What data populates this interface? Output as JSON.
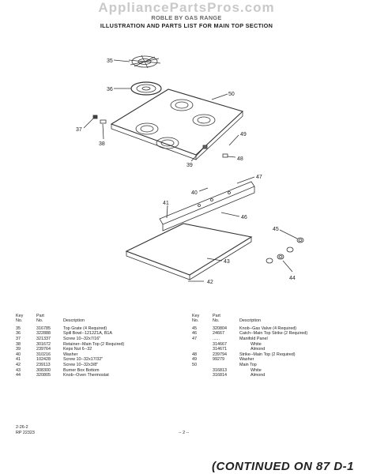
{
  "watermark": "AppliancePartsPros.com",
  "header": {
    "line1": "ROBLE BY GAS RANGE",
    "line2": "ILLUSTRATION AND PARTS LIST FOR MAIN TOP SECTION"
  },
  "callouts": {
    "c35": "35",
    "c36": "36",
    "c50": "50",
    "c37": "37",
    "c38": "38",
    "c39": "39",
    "c49": "49",
    "c48": "48",
    "c47": "47",
    "c40": "40",
    "c41": "41",
    "c46": "46",
    "c43": "43",
    "c42": "42",
    "c45": "45",
    "c44": "44"
  },
  "table_headers": {
    "key": "Key\nNo.",
    "part": "Part\nNo.",
    "desc": "Description"
  },
  "parts_left": [
    {
      "key": "35",
      "part": "316785",
      "desc": "Top Grate (4 Required)"
    },
    {
      "key": "36",
      "part": "322888",
      "desc": "Spill Bowl--1212Z1A, B1A"
    },
    {
      "key": "37",
      "part": "321337",
      "desc": "Screw 10--32x7/16\""
    },
    {
      "key": "38",
      "part": "301672",
      "desc": "Retainer--Main Top (2 Required)"
    },
    {
      "key": "39",
      "part": "239764",
      "desc": "Keps Nut 6--32"
    },
    {
      "key": "40",
      "part": "310216",
      "desc": "Washer"
    },
    {
      "key": "41",
      "part": "102428",
      "desc": "Screw 10--32x17/32\""
    },
    {
      "key": "42",
      "part": "239113",
      "desc": "Screw 10--32x3/8\""
    },
    {
      "key": "43",
      "part": "308300",
      "desc": "Burner Box Bottom"
    },
    {
      "key": "44",
      "part": "320805",
      "desc": "Knob--Oven Thermostat"
    }
  ],
  "parts_right": [
    {
      "key": "45",
      "part": "320804",
      "desc": "Knob--Gas Valve (4 Required)"
    },
    {
      "key": "46",
      "part": "24667",
      "desc": "Catch--Main Top Strike (2 Required)"
    },
    {
      "key": "47",
      "part": "......",
      "desc": "Manifold Panel"
    },
    {
      "key": "",
      "part": "314667",
      "desc": "White"
    },
    {
      "key": "",
      "part": "314671",
      "desc": "Almond"
    },
    {
      "key": "48",
      "part": "239794",
      "desc": "Strike--Main Top (2 Required)"
    },
    {
      "key": "49",
      "part": "99279",
      "desc": "Washer"
    },
    {
      "key": "50",
      "part": "",
      "desc": "Main Top"
    },
    {
      "key": "",
      "part": "316813",
      "desc": "White"
    },
    {
      "key": "",
      "part": "316814",
      "desc": "Almond"
    }
  ],
  "footer": {
    "code1": "2-26-2",
    "code2": "RP 22323",
    "page": "-- 2 --",
    "continued": "(CONTINUED ON 87 D-1"
  }
}
